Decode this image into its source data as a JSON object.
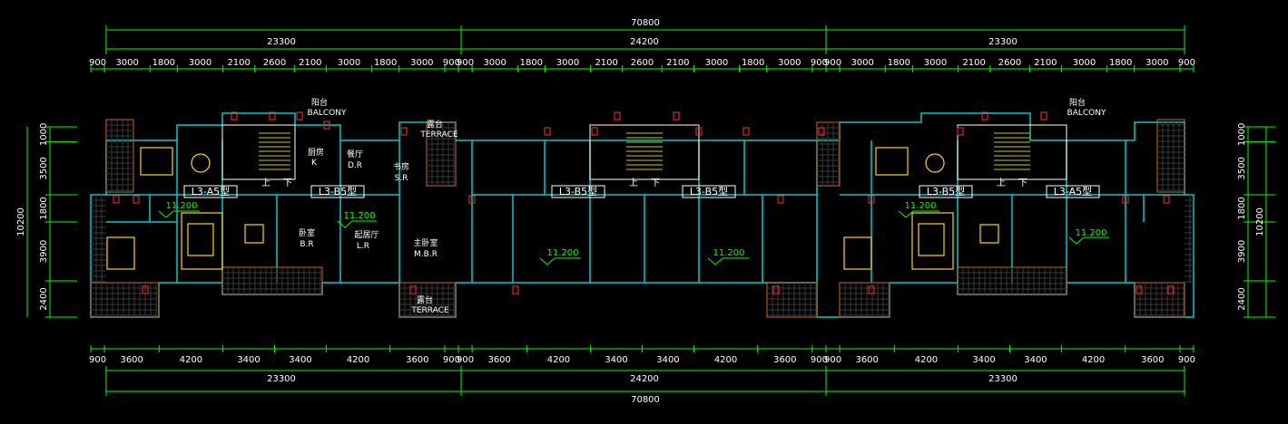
{
  "colors": {
    "background": "#000000",
    "dimension": "#00ff00",
    "text": "#ffffff",
    "wall": "#00cccc",
    "structure": "#ffffff",
    "balcony": "#d2691e",
    "furniture": "#ffd700",
    "column": "#ff3030",
    "stair": "#cccc00"
  },
  "dims": {
    "overall_top": "70800",
    "overall_bottom": "70800",
    "segments_top": [
      "23300",
      "24200",
      "23300"
    ],
    "segments_bottom": [
      "23300",
      "24200",
      "23300"
    ],
    "axes_top": [
      "900",
      "3000",
      "1800",
      "3000",
      "2100",
      "2600",
      "2100",
      "3000",
      "1800",
      "3000",
      "900",
      "900",
      "3000",
      "1800",
      "3000",
      "2100",
      "2600",
      "2100",
      "3000",
      "1800",
      "3000",
      "900",
      "900",
      "3000",
      "1800",
      "3000",
      "2100",
      "2600",
      "2100",
      "3000",
      "1800",
      "3000",
      "900"
    ],
    "axes_bottom": [
      "900",
      "3600",
      "4200",
      "3400",
      "3400",
      "4200",
      "3600",
      "900",
      "900",
      "3600",
      "4200",
      "3400",
      "3400",
      "4200",
      "3600",
      "900",
      "900",
      "3600",
      "4200",
      "3400",
      "3400",
      "4200",
      "3600",
      "900"
    ],
    "left_total": "10200",
    "left_parts": [
      "1000",
      "3500",
      "1800",
      "3900",
      "2400"
    ],
    "right_total": "10200",
    "right_parts": [
      "1000",
      "3500",
      "1800",
      "3900",
      "2400"
    ]
  },
  "rooms": [
    {
      "cn": "阳台",
      "en": "BALCONY"
    },
    {
      "cn": "阳台",
      "en": "BALCONY"
    },
    {
      "cn": "露台",
      "en": "TERRACE"
    },
    {
      "cn": "露台",
      "en": "TERRACE"
    },
    {
      "cn": "厨房",
      "en": "K"
    },
    {
      "cn": "餐厅",
      "en": "D.R"
    },
    {
      "cn": "书房",
      "en": "S.R"
    },
    {
      "cn": "卧室",
      "en": "B.R"
    },
    {
      "cn": "起居厅",
      "en": "L.R"
    },
    {
      "cn": "主卧室",
      "en": "M.B.R"
    }
  ],
  "unit_labels": [
    "L3-A5型",
    "L3-B5型",
    "L3-B5型",
    "L3-B5型",
    "L3-B5型",
    "L3-A5型"
  ],
  "stair_labels": [
    "上",
    "下",
    "上",
    "下",
    "上",
    "下"
  ],
  "elevations": [
    "11.200",
    "11.200",
    "11.200",
    "11.200",
    "11.200",
    "11.200"
  ]
}
